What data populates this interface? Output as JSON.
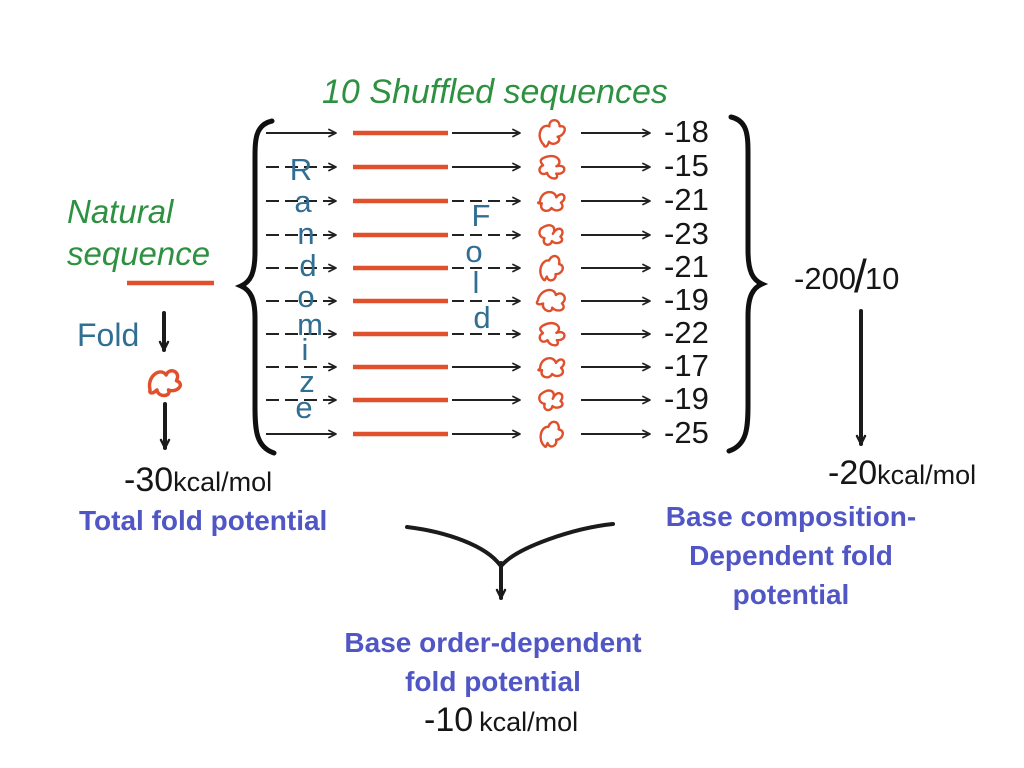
{
  "title": "10 Shuffled sequences",
  "colors": {
    "green": "#2e9141",
    "red": "#e0502c",
    "teal": "#306e92",
    "blue": "#5156c5",
    "ink": "#161616"
  },
  "natural": {
    "line1": "Natural",
    "line2": "sequence",
    "fold_label": "Fold",
    "energy_value": "-30",
    "energy_unit": "kcal/mol"
  },
  "process": {
    "randomize": "Randomize",
    "fold": "Fold"
  },
  "shuffled_energies": [
    "-18",
    "-15",
    "-21",
    "-23",
    "-21",
    "-19",
    "-22",
    "-17",
    "-19",
    "-25"
  ],
  "average": {
    "numerator": "-200",
    "slash": "/",
    "denominator": "10",
    "energy_value": "-20",
    "energy_unit": "kcal/mol"
  },
  "results": {
    "total_label": "Total fold potential",
    "composition_lines": [
      "Base composition-",
      "Dependent fold",
      "potential"
    ],
    "order_lines": [
      "Base order-dependent",
      "fold potential"
    ],
    "order_energy_value": "-10",
    "order_energy_unit": "kcal/mol"
  }
}
